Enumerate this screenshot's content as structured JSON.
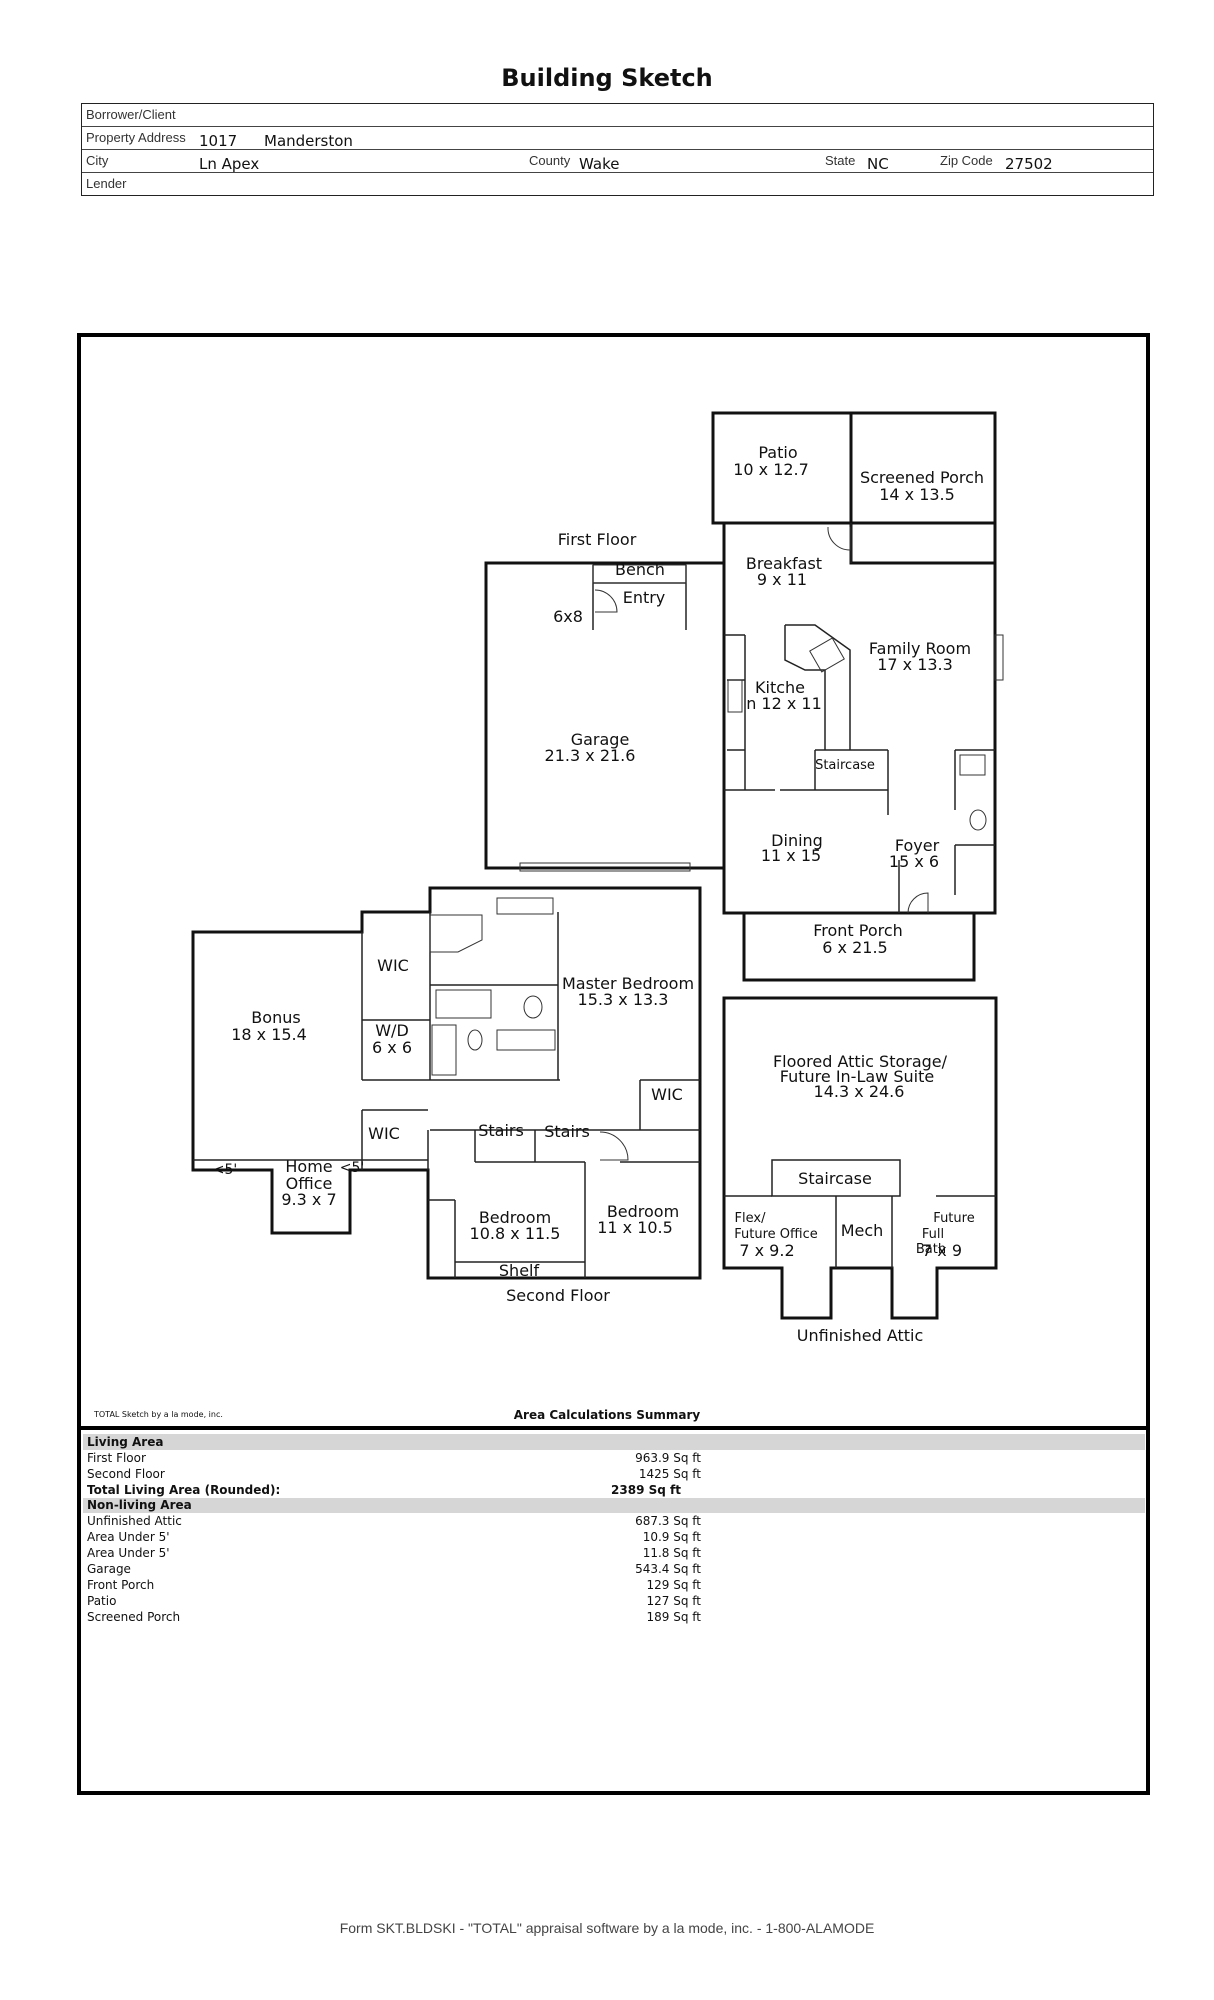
{
  "header": {
    "title": "Building Sketch",
    "borrower_label": "Borrower/Client",
    "borrower_value": "",
    "address_label": "Property Address",
    "address_number": "1017",
    "address_street": "Manderston",
    "city_label": "City",
    "city_value": "Ln Apex",
    "county_label": "County",
    "county_value": "Wake",
    "state_label": "State",
    "state_value": "NC",
    "zip_label": "Zip Code",
    "zip_value": "27502",
    "lender_label": "Lender",
    "lender_value": ""
  },
  "sketch": {
    "first_floor_label": "First Floor",
    "second_floor_label": "Second Floor",
    "attic_label": "Unfinished Attic",
    "rooms": {
      "patio_name": "Patio",
      "patio_dim": "10 x 12.7",
      "screened_name": "Screened Porch",
      "screened_dim": "14 x 13.5",
      "breakfast_name": "Breakfast",
      "breakfast_dim": "9 x 11",
      "bench": "Bench",
      "entry": "Entry",
      "six_by_eight": "6x8",
      "family_name": "Family Room",
      "family_dim": "17 x 13.3",
      "kitchen_name": "Kitche",
      "kitchen_dim": "n 12 x 11",
      "garage_name": "Garage",
      "garage_dim": "21.3 x 21.6",
      "staircase1": "Staircase",
      "dining_name": "Dining",
      "dining_dim": "11 x 15",
      "foyer_name": "Foyer",
      "foyer_dim": "15 x 6",
      "front_porch_name": "Front Porch",
      "front_porch_dim": "6 x 21.5",
      "wic1": "WIC",
      "master_name": "Master Bedroom",
      "master_dim": "15.3 x 13.3",
      "bonus_name": "Bonus",
      "bonus_dim": "18 x 15.4",
      "wd_name": "W/D",
      "wd_dim": "6 x 6",
      "wic2": "WIC",
      "wic3": "WIC",
      "stairs1": "Stairs",
      "stairs2": "Stairs",
      "under5a": "<5'",
      "under5b": "<5'",
      "office_name1": "Home",
      "office_name2": "Office",
      "office_dim": "9.3 x 7",
      "bed1_name": "Bedroom",
      "bed1_dim": "10.8 x 11.5",
      "bed2_name": "Bedroom",
      "bed2_dim": "11 x 10.5",
      "shelf": "Shelf",
      "attic_store1": "Floored Attic Storage/",
      "attic_store2": "Future In-Law Suite",
      "attic_store_dim": "14.3 x 24.6",
      "staircase2": "Staircase",
      "flex1": "Flex/",
      "flex2": "Future Office",
      "flex_dim": "7 x 9.2",
      "mech": "Mech",
      "future1": "Future",
      "future2": "Full",
      "future3": "Bath",
      "future_dim": "7 x 9"
    }
  },
  "summary": {
    "credit": "TOTAL Sketch by a la mode, inc.",
    "title": "Area Calculations Summary",
    "living_header": "Living Area",
    "living": [
      {
        "label": "First Floor",
        "value": "963.9 Sq ft"
      },
      {
        "label": "Second Floor",
        "value": "1425 Sq ft"
      }
    ],
    "total_label": "Total Living Area (Rounded):",
    "total_value": "2389 Sq ft",
    "nonliving_header": "Non-living Area",
    "nonliving": [
      {
        "label": "Unfinished Attic",
        "value": "687.3 Sq ft"
      },
      {
        "label": "Area Under 5'",
        "value": "10.9 Sq ft"
      },
      {
        "label": "Area Under 5'",
        "value": "11.8 Sq ft"
      },
      {
        "label": "Garage",
        "value": "543.4 Sq ft"
      },
      {
        "label": "Front Porch",
        "value": "129 Sq ft"
      },
      {
        "label": "Patio",
        "value": "127 Sq ft"
      },
      {
        "label": "Screened Porch",
        "value": "189 Sq ft"
      }
    ]
  },
  "footer": {
    "text": "Form SKT.BLDSKI - \"TOTAL\" appraisal software by a la mode, inc. - 1-800-ALAMODE"
  }
}
